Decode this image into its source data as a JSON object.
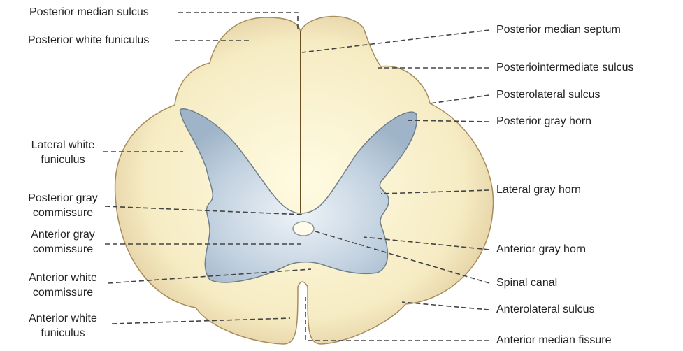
{
  "title": "Cross-section of the spinal cord",
  "colors": {
    "white_matter": "#f6ecc4",
    "white_matter_edge": "#c9ad78",
    "gray_matter": "#b4c6d8",
    "gray_matter_edge": "#6f7f8c",
    "leader": "#444444"
  },
  "left_labels": {
    "posterior_median_sulcus": "Posterior median sulcus",
    "posterior_white_funiculus": "Posterior white funiculus",
    "lateral_white_funiculus": [
      "Lateral white",
      "funiculus"
    ],
    "posterior_gray_commissure": [
      "Posterior gray",
      "commissure"
    ],
    "anterior_gray_commissure": [
      "Anterior gray",
      "commissure"
    ],
    "anterior_white_commissure": [
      "Anterior white",
      "commissure"
    ],
    "anterior_white_funiculus": [
      "Anterior white",
      "funiculus"
    ]
  },
  "right_labels": {
    "posterior_median_septum": "Posterior median septum",
    "posteriointermediate_sulcus": "Posteriointermediate sulcus",
    "posterolateral_sulcus": "Posterolateral sulcus",
    "posterior_gray_horn": "Posterior gray horn",
    "lateral_gray_horn": "Lateral gray horn",
    "anterior_gray_horn": "Anterior gray horn",
    "spinal_canal": "Spinal canal",
    "anterolateral_sulcus": "Anterolateral sulcus",
    "anterior_median_fissure": "Anterior median fissure"
  }
}
